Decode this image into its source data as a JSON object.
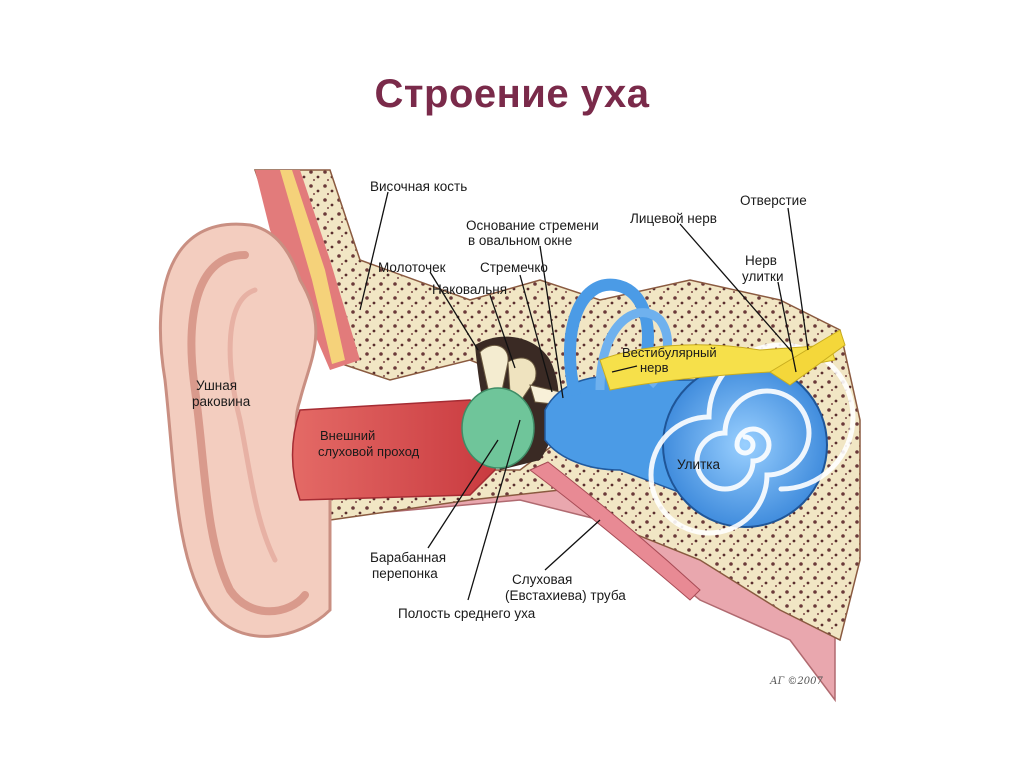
{
  "title": "Строение уха",
  "labels": {
    "temporal_bone": "Височная кость",
    "stapes_base_1": "Основание стремени",
    "stapes_base_2": "в овальном окне",
    "facial_nerve": "Лицевой нерв",
    "opening": "Отверстие",
    "malleus": "Молоточек",
    "stapes": "Стремечко",
    "incus": "Наковальня",
    "cochlear_nerve_1": "Нерв",
    "cochlear_nerve_2": "улитки",
    "vestibular_nerve_1": "Вестибулярный",
    "vestibular_nerve_2": "нерв",
    "auricle_1": "Ушная",
    "auricle_2": "раковина",
    "ear_canal_1": "Внешний",
    "ear_canal_2": "слуховой проход",
    "cochlea": "Улитка",
    "eardrum_1": "Барабанная",
    "eardrum_2": "перепонка",
    "eustachian_1": "Слуховая",
    "eustachian_2": "(Евстахиева) труба",
    "middle_ear": "Полость среднего уха"
  },
  "signature": "АГ ©2007",
  "colors": {
    "title": "#7a2a4a",
    "skin": "#f1c6b8",
    "canal": "#d9474d",
    "bone": "#f3e9c9",
    "cochlea": "#4b9be6",
    "nerve": "#f6e04a",
    "eardrum": "#6fc59a"
  }
}
